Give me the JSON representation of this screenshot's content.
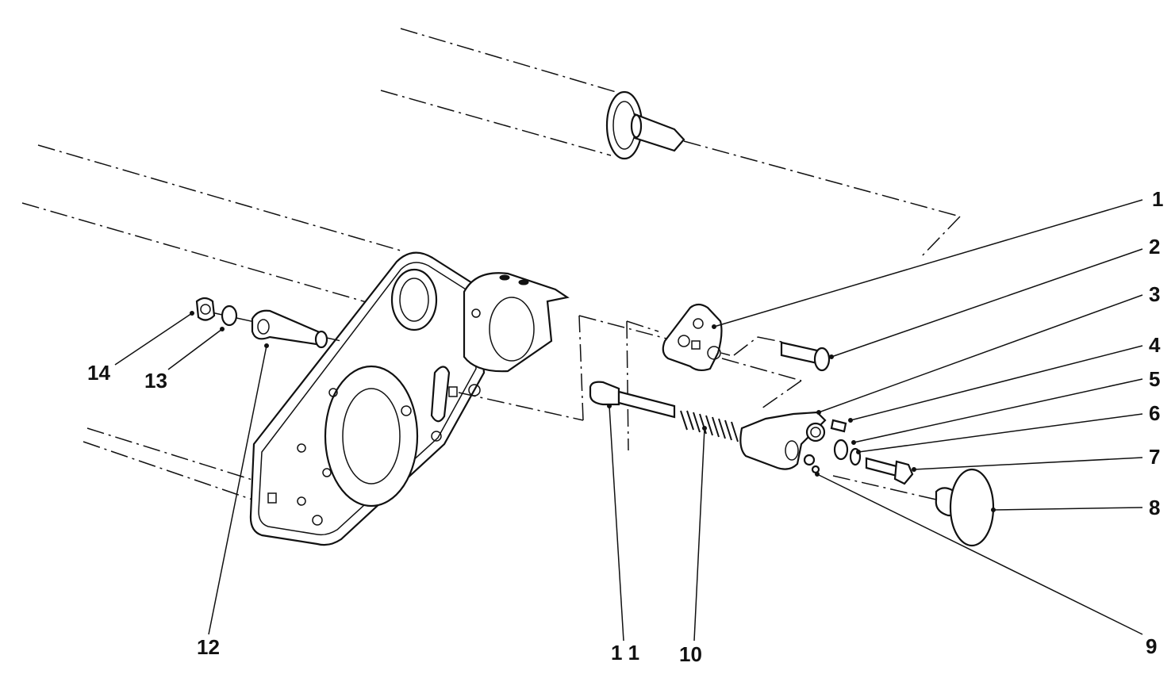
{
  "callouts": {
    "c1": "1",
    "c2": "2",
    "c3": "3",
    "c4": "4",
    "c5": "5",
    "c6": "6",
    "c7": "7",
    "c8": "8",
    "c9": "9",
    "c10": "10",
    "c11": "1 1",
    "c12": "12",
    "c13": "13",
    "c14": "14"
  }
}
